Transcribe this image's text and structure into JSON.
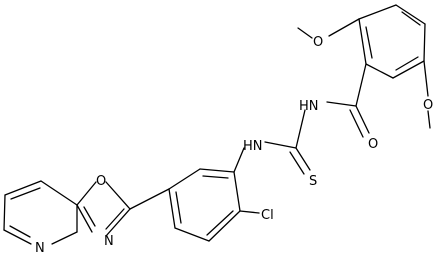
{
  "molecule": {
    "atom_labels": {
      "methoxy_top": "O",
      "methoxy_bottom": "O",
      "carbonyl_o": "O",
      "amide_nh": "HN",
      "thiourea_nh": "HN",
      "thione_s": "S",
      "chloro": "Cl",
      "oxazole_o": "O",
      "oxazole_n": "N",
      "pyridine_n": "N"
    }
  }
}
